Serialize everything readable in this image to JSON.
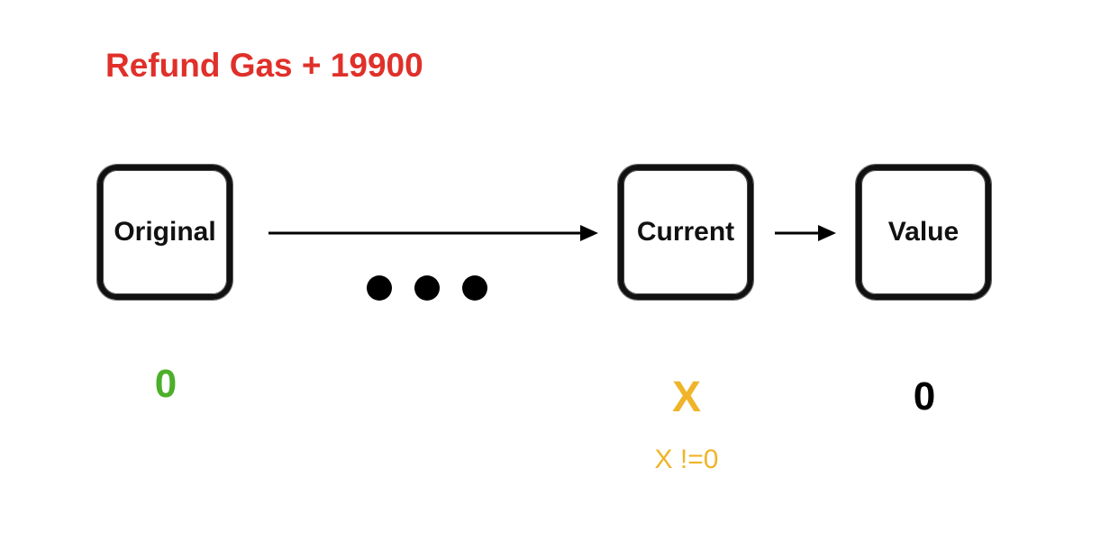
{
  "title": "Refund Gas + 19900",
  "colors": {
    "title": "#e0302a",
    "original_value": "#4caf2a",
    "current_value": "#f0b429",
    "value_value": "#000000",
    "box_border": "#111111"
  },
  "boxes": {
    "original": "Original",
    "current": "Current",
    "value": "Value"
  },
  "values": {
    "original": "0",
    "current": "X",
    "value": "0"
  },
  "current_condition": "X !=0"
}
